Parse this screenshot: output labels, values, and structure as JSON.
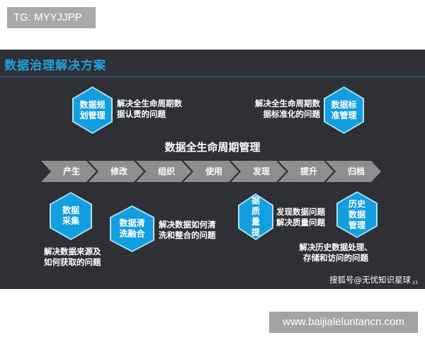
{
  "overlay_tag": "TG: MYYJJPP",
  "overlay_url": "www.baijialeluntancn.com",
  "slide": {
    "title": "数据治理解决方案",
    "center_title": "数据全生命周期管理",
    "lifecycle": [
      "产生",
      "修改",
      "组织",
      "使用",
      "发现",
      "提升",
      "归档"
    ],
    "hexagons": [
      {
        "label": "数据规划管理",
        "desc": [
          "解决全生命周期数",
          "据认责的问题"
        ]
      },
      {
        "label": "数据标准管理",
        "desc": [
          "解决全生命周期数",
          "据标准化的问题"
        ]
      },
      {
        "label": "数据采集",
        "desc": [
          "解决数据来源及",
          "如何获取的问题"
        ]
      },
      {
        "label": "数据清洗融合",
        "desc": [
          "解决数据如何清",
          "洗和整合的问题"
        ]
      },
      {
        "label": "数据质量提升",
        "desc": [
          "发现数据问题",
          "解决质量问题"
        ]
      },
      {
        "label": "历史数据管理",
        "desc": [
          "解决历史数据处理、",
          "存储和访问的问题"
        ]
      }
    ],
    "watermark": "搜狐号@无忧知识星球",
    "page_number": "23",
    "colors": {
      "background": "#2e3035",
      "accent": "#139ee0",
      "chevron": "#8e8e8e",
      "title": "#1fa3e0"
    }
  }
}
